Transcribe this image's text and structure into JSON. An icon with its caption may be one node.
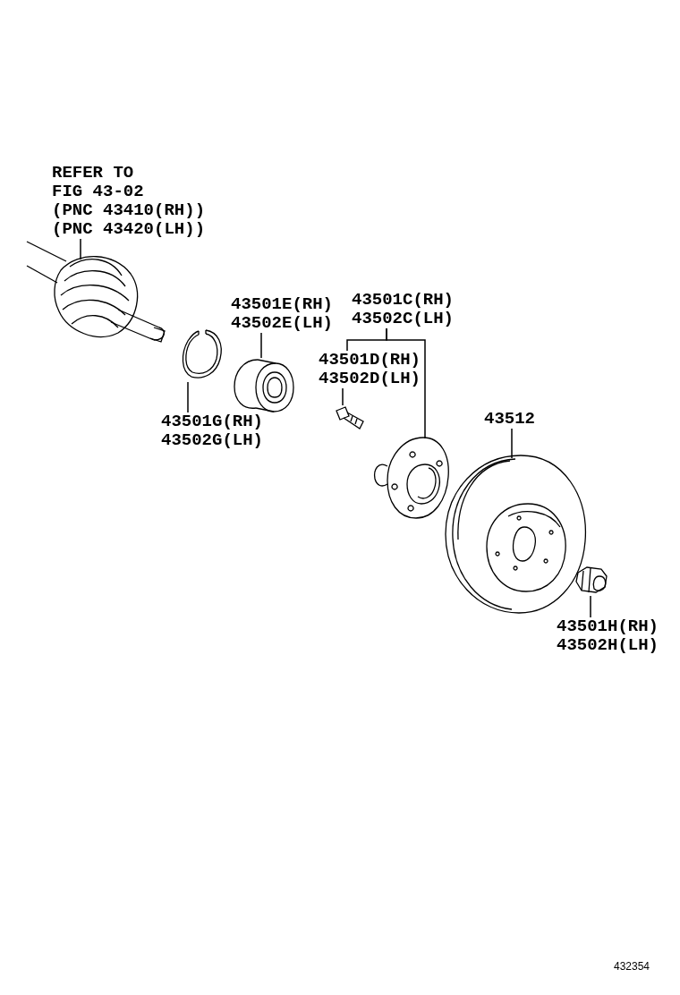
{
  "diagram": {
    "nodes": [
      {
        "text": [
          "REFER TO FIG 43-02",
          "(PNC 43410(RH)) (PNC 43420(LH))"
        ]
      },
      {
        "text": [],
        "shape": "picture"
      },
      {
        "text": [
          "43501E(RH) 43502E(LH)"
        ]
      },
      {
        "text": [
          "43501C(RH) 43502C(LH)"
        ]
      },
      {
        "text": [],
        "shape": "picture"
      },
      {
        "text": [],
        "shape": "picture"
      },
      {
        "text": [
          "43501D(RH) 43502D(LH)"
        ]
      },
      {
        "text": [],
        "shape": "picture"
      },
      {
        "text": [
          "43501G(RH) 43502G(LH)"
        ]
      },
      {
        "text": [
          "43512"
        ]
      },
      {
        "text": [],
        "shape": "picture"
      },
      {
        "text": [],
        "shape": "picture"
      },
      {
        "text": [],
        "shape": "picture"
      },
      {
        "text": [
          "43501H(RH) 43502H(LH)"
        ]
      }
    ],
    "edges": [
      {
        "from": 0,
        "to": 1,
        "arrow": "none"
      },
      {
        "from": 2,
        "to": 5,
        "arrow": "none"
      },
      {
        "from": 3,
        "to": 6,
        "arrow": "none"
      },
      {
        "from": 3,
        "to": 10,
        "arrow": "none"
      },
      {
        "from": 6,
        "to": 7,
        "arrow": "none"
      },
      {
        "from": 8,
        "to": 4,
        "arrow": "none"
      },
      {
        "from": 9,
        "to": 11,
        "arrow": "none"
      },
      {
        "from": 13,
        "to": 12,
        "arrow": "none"
      }
    ],
    "labels": [
      "432354"
    ]
  }
}
